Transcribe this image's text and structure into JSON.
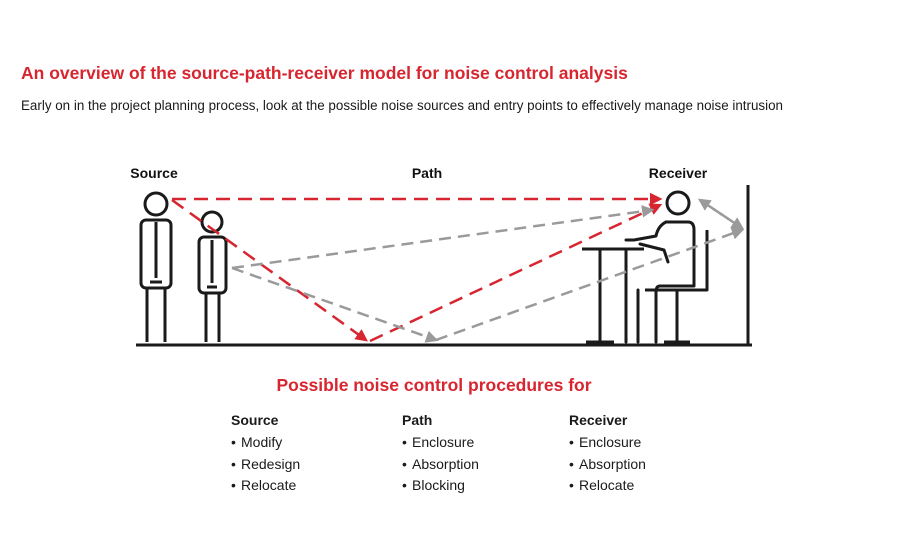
{
  "title": "An overview of the source-path-receiver model for noise control analysis",
  "subtitle": "Early on in the project planning process, look at the possible noise sources and entry points to effectively manage noise intrusion",
  "diagram": {
    "labels": {
      "source": "Source",
      "path": "Path",
      "receiver": "Receiver"
    },
    "colors": {
      "direct_path": "#d72630",
      "reflected_path": "#9a9a9a",
      "line": "#1a1a1a"
    },
    "icons": [
      "standing-person-icon",
      "standing-person-icon",
      "seated-person-icon",
      "desk-icon",
      "chair-icon",
      "wall-icon"
    ]
  },
  "procedures": {
    "title": "Possible noise control procedures for",
    "bullet": "•",
    "columns": [
      {
        "heading": "Source",
        "items": [
          "Modify",
          "Redesign",
          "Relocate"
        ]
      },
      {
        "heading": "Path",
        "items": [
          "Enclosure",
          "Absorption",
          "Blocking"
        ]
      },
      {
        "heading": "Receiver",
        "items": [
          "Enclosure",
          "Absorption",
          "Relocate"
        ]
      }
    ]
  }
}
